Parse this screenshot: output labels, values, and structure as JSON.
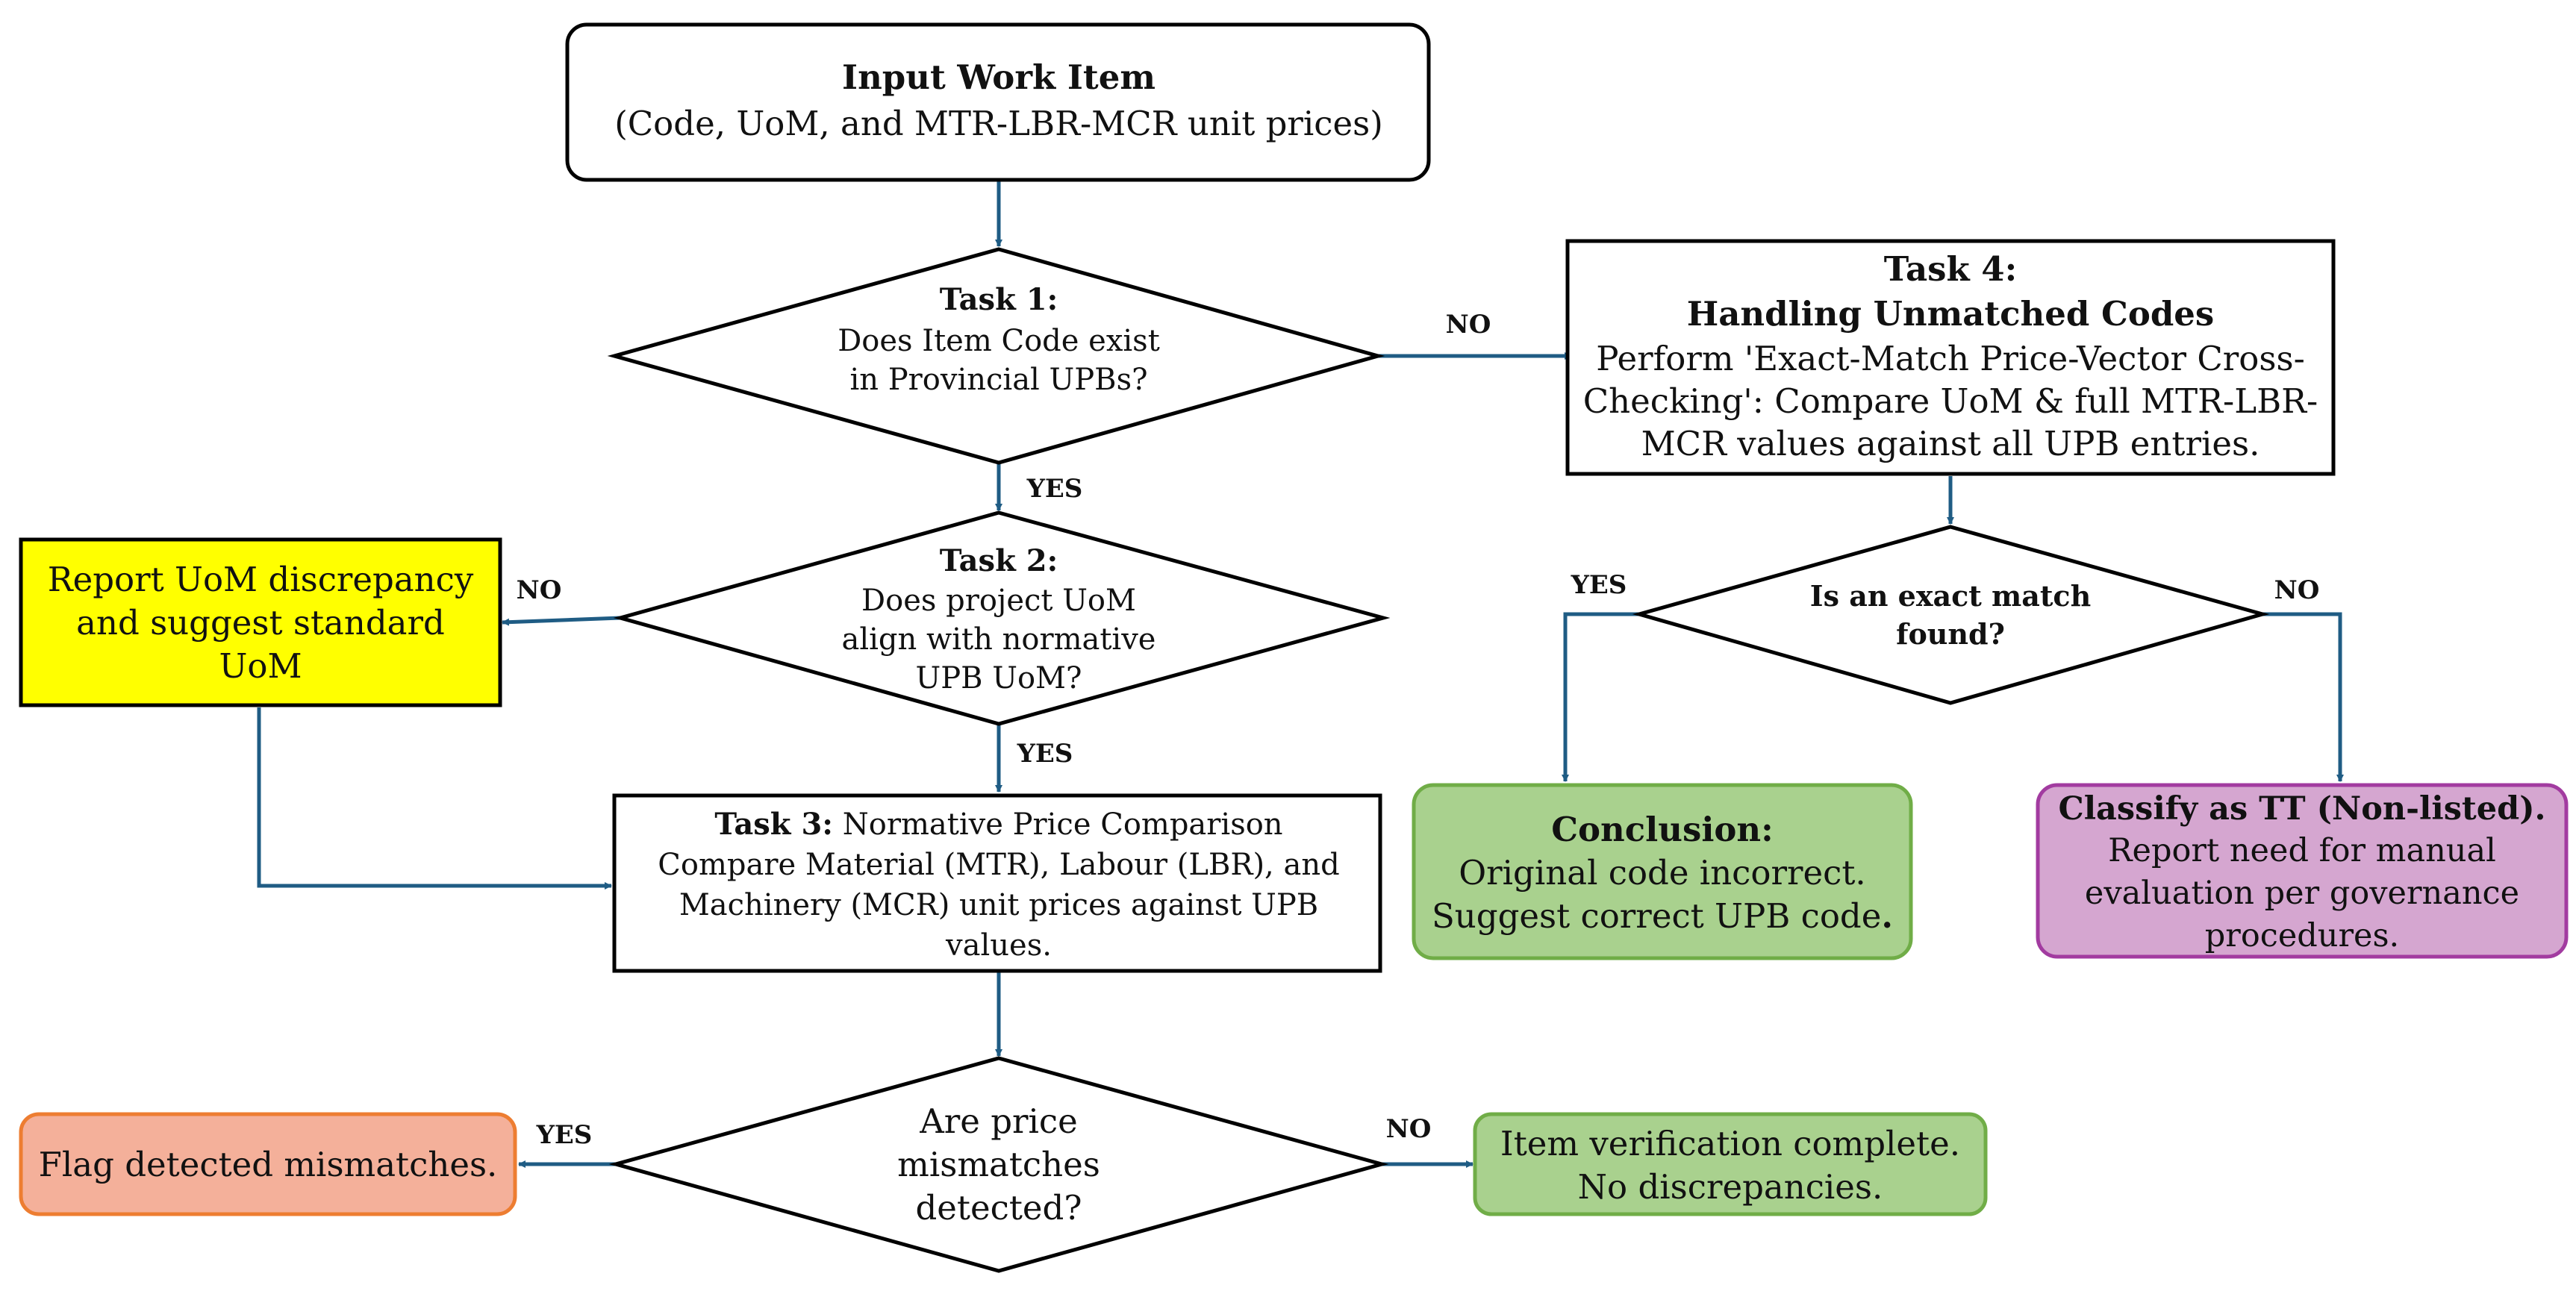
{
  "nodes": {
    "input": {
      "title": "Input Work Item",
      "line2": "(Code, UoM, and MTR-LBR-MCR unit prices)"
    },
    "task1": {
      "title": "Task 1:",
      "line2": "Does Item Code exist",
      "line3": "in Provincial UPBs?"
    },
    "task2": {
      "title": "Task 2:",
      "line2": "Does project UoM",
      "line3": "align with normative",
      "line4": "UPB UoM?"
    },
    "report_uom": {
      "line1": "Report UoM discrepancy",
      "line2": "and suggest standard",
      "line3": "UoM",
      "fill": "#FFFF00"
    },
    "task3": {
      "title": "Task 3:",
      "line1_rest": " Normative Price Comparison",
      "line2": "Compare Material (MTR), Labour (LBR), and",
      "line3": "Machinery (MCR) unit prices against UPB",
      "line4": "values."
    },
    "task4": {
      "title": "Task 4:",
      "subtitle": "Handling Unmatched Codes",
      "line3": "Perform 'Exact-Match Price-Vector Cross-",
      "line4": "Checking': Compare UoM & full MTR-LBR-",
      "line5": "MCR values against all UPB entries."
    },
    "exact_match": {
      "line1": "Is an exact match",
      "line2": "found?"
    },
    "conclusion": {
      "title": "Conclusion:",
      "line2": "Original code incorrect.",
      "line3": "Suggest correct UPB code",
      "line3_end": ".",
      "fill": "#A9D18E",
      "border": "#70AD47"
    },
    "classify_tt": {
      "title": "Classify as TT (Non-listed).",
      "line2": "Report need for manual",
      "line3": "evaluation per governance",
      "line4": "procedures.",
      "fill": "#D5A6D0",
      "border": "#A23BA0"
    },
    "price_mismatch": {
      "line1": "Are price",
      "line2": "mismatches",
      "line3": "detected?"
    },
    "flag": {
      "line1": "Flag detected mismatches.",
      "fill": "#F4B09A",
      "border": "#ED7D31"
    },
    "complete": {
      "line1": "Item verification complete.",
      "line2": "No discrepancies.",
      "fill": "#A9D18E",
      "border": "#70AD47"
    }
  },
  "edge_labels": {
    "task1_no": "NO",
    "task1_yes": "YES",
    "task2_no": "NO",
    "task2_yes": "YES",
    "match_yes": "YES",
    "match_no": "NO",
    "mismatch_yes": "YES",
    "mismatch_no": "NO"
  },
  "colors": {
    "arrow": "#1F5C84",
    "stroke": "#000000"
  }
}
